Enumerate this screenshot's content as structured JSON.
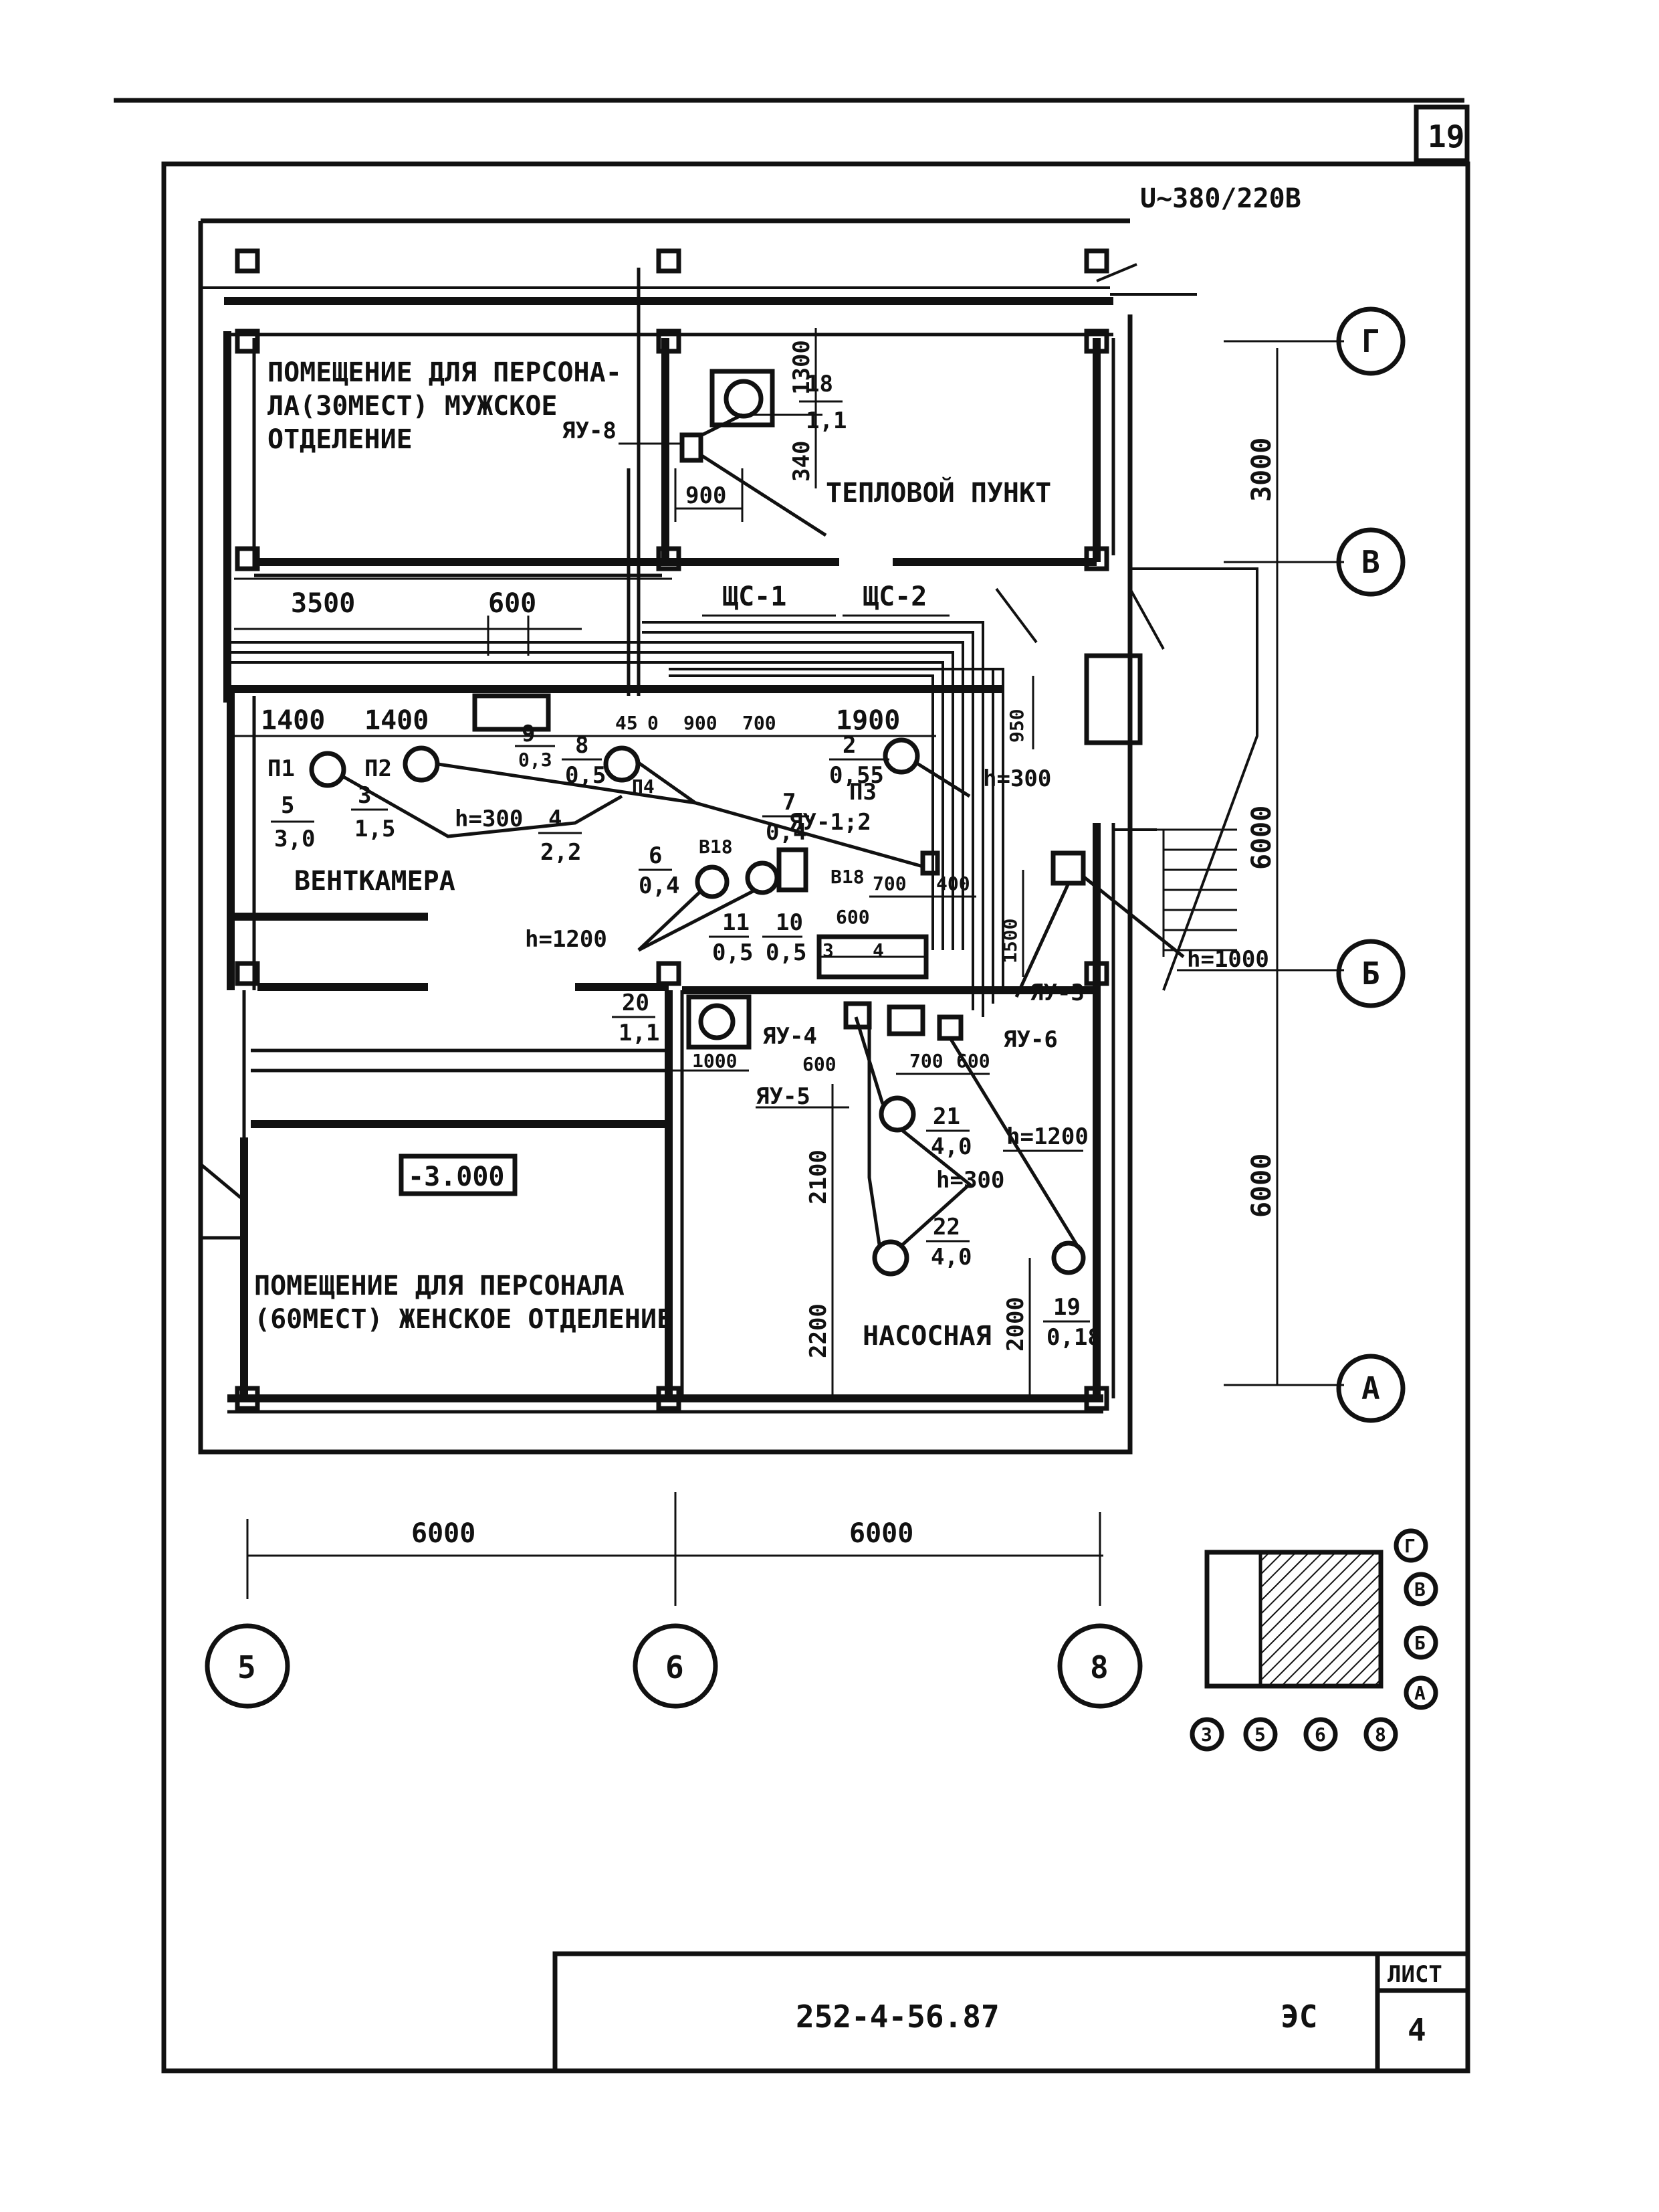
{
  "sheet_corner_number": "19",
  "voltage": "U~380/220B",
  "rooms": {
    "men_room_l1": "ПОМЕЩЕНИЕ ДЛЯ ПЕРСОНА-",
    "men_room_l2": "ЛА(30МЕСТ) МУЖСКОЕ",
    "men_room_l3": "ОТДЕЛЕНИЕ",
    "heat_point": "ТЕПЛОВОЙ ПУНКТ",
    "vent_chamber": "ВЕНТКАМЕРА",
    "women_room_l1": "ПОМЕЩЕНИЕ ДЛЯ ПЕРСОНАЛА",
    "women_room_l2": "(60МЕСТ) ЖЕНСКОЕ ОТДЕЛЕНИЕ",
    "pump_room": "НАСОСНАЯ",
    "level_mark": "-3.000"
  },
  "panels": {
    "yau8": "ЯУ-8",
    "shc1": "ЩС-1",
    "shc2": "ЩС-2",
    "yau12": "ЯУ-1;2",
    "yau3": "ЯУ-3",
    "yau4": "ЯУ-4",
    "yau5": "ЯУ-5",
    "yau6": "ЯУ-6"
  },
  "equipment": {
    "p1": "П1",
    "p2": "П2",
    "p3": "П3",
    "p4": "П4",
    "b18a": "В18",
    "b18b": "В18",
    "p1_num": "5",
    "p1_kw": "3,0",
    "p2_num": "3",
    "p2_kw": "1,5",
    "e8_num": "8",
    "e8_kw": "0,5",
    "e4_num": "4",
    "e4_kw": "2,2",
    "e9_num": "9",
    "e9_kw": "0,3",
    "e2_num": "2",
    "e2_kw": "0,55",
    "e7_num": "7",
    "e7_kw": "0,4",
    "e6_num": "6",
    "e6_kw": "0,4",
    "e11_num": "11",
    "e11_kw": "0,5",
    "e10_num": "10",
    "e10_kw": "0,5",
    "e20_num": "20",
    "e20_kw": "1,1",
    "e18_num": "18",
    "e18_kw": "1,1",
    "e21_num": "21",
    "e21_kw": "4,0",
    "e22_num": "22",
    "e22_kw": "4,0",
    "e19_num": "19",
    "e19_kw": "0,18"
  },
  "heights": {
    "h300a": "h=300",
    "h300b": "h=300",
    "h300c": "h=300",
    "h1200a": "h=1200",
    "h1200b": "h=1200",
    "h1000": "h=1000"
  },
  "dims": {
    "d1300": "1300",
    "d340": "340",
    "d900a": "900",
    "d3500": "3500",
    "d600a": "600",
    "d1400a": "1400",
    "d1400b": "1400",
    "d45": "45",
    "d0": "0",
    "d900b": "900",
    "d700a": "700",
    "d1900": "1900",
    "d950": "950",
    "d1500": "1500",
    "d700b": "700",
    "d400": "400",
    "d600b": "600",
    "d3": "3",
    "d4": "4",
    "d1000": "1000",
    "d600c": "600",
    "d700c": "700",
    "d600d": "600",
    "d2100": "2100",
    "d2200": "2200",
    "d2000": "2000",
    "d3000": "3000",
    "d6000a": "6000",
    "d6000b": "6000",
    "d6000c": "6000",
    "d6000d": "6000"
  },
  "axes": {
    "g": "Г",
    "v": "В",
    "b": "Б",
    "a": "А",
    "c5": "5",
    "c6": "6",
    "c8": "8"
  },
  "key_plan": {
    "rows": [
      "Г",
      "В",
      "Б",
      "А"
    ],
    "cols": [
      "3",
      "5",
      "6",
      "8"
    ]
  },
  "title_block": {
    "doc_code": "252-4-56.87",
    "section": "ЭС",
    "sheet_label": "ЛИСТ",
    "sheet_number": "4"
  }
}
